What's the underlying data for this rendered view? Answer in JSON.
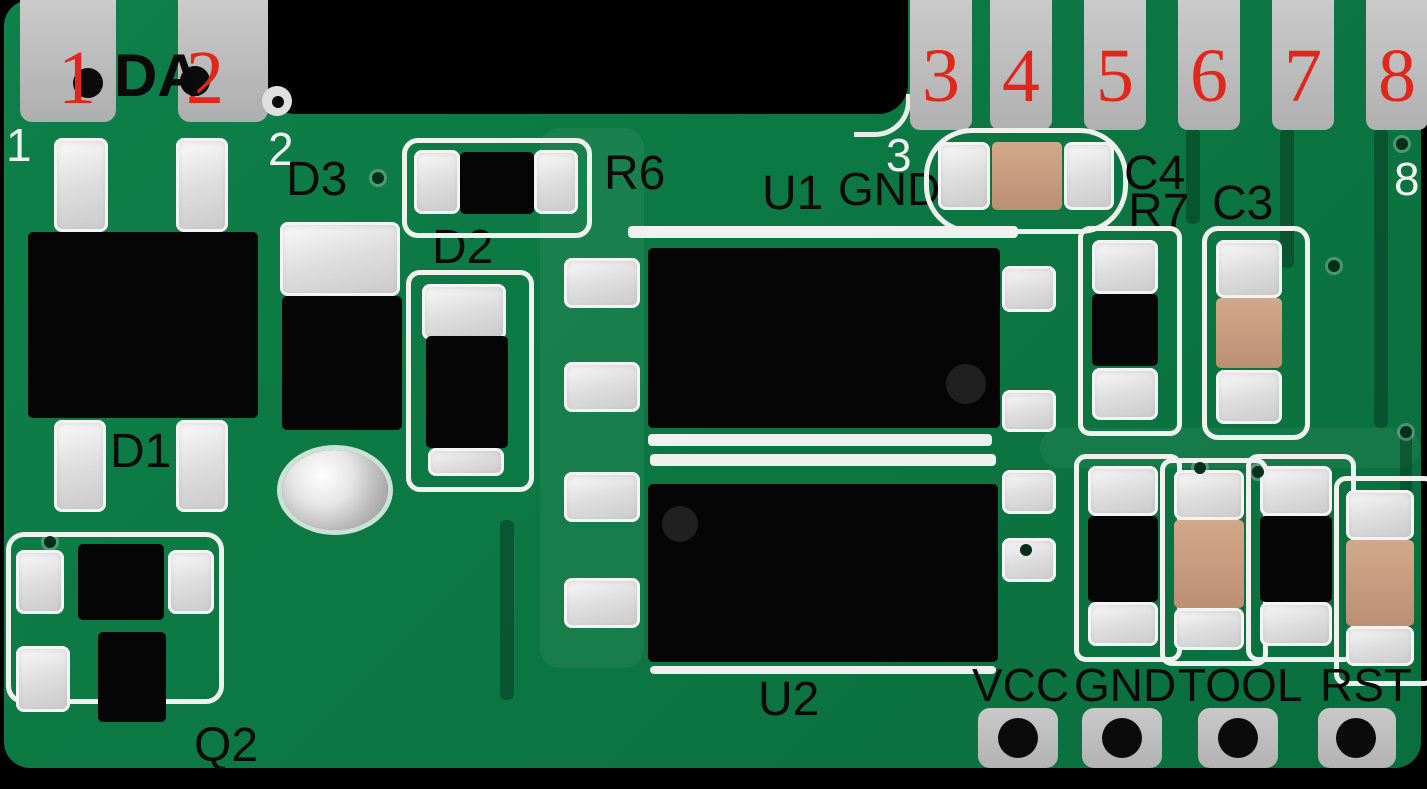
{
  "annotations": {
    "pin_numbers": [
      "1",
      "2",
      "3",
      "4",
      "5",
      "6",
      "7",
      "8"
    ],
    "da_label": "DA"
  },
  "silkscreen": {
    "pad1": "1",
    "pad2": "2",
    "pad3": "3",
    "pad8": "8"
  },
  "components": {
    "d1": "D1",
    "d2": "D2",
    "d3": "D3",
    "q2": "Q2",
    "r6": "R6",
    "r7": "R7",
    "c3": "C3",
    "c4": "C4",
    "u1": "U1",
    "u2": "U2",
    "gnd_near_u1": "GND"
  },
  "bottom_pads": [
    {
      "label": "VCC"
    },
    {
      "label": "GND"
    },
    {
      "label": "TOOL"
    },
    {
      "label": "RST"
    }
  ],
  "colors": {
    "pcb_green": "#0d7c45",
    "pad_gray": "#bdbdbd",
    "annotation_red": "#e1271b",
    "solder_silver": "#e9e9e9",
    "component_black": "#060606",
    "capacitor_tan": "#c79d80",
    "silkscreen_white": "#f2f2f2"
  }
}
